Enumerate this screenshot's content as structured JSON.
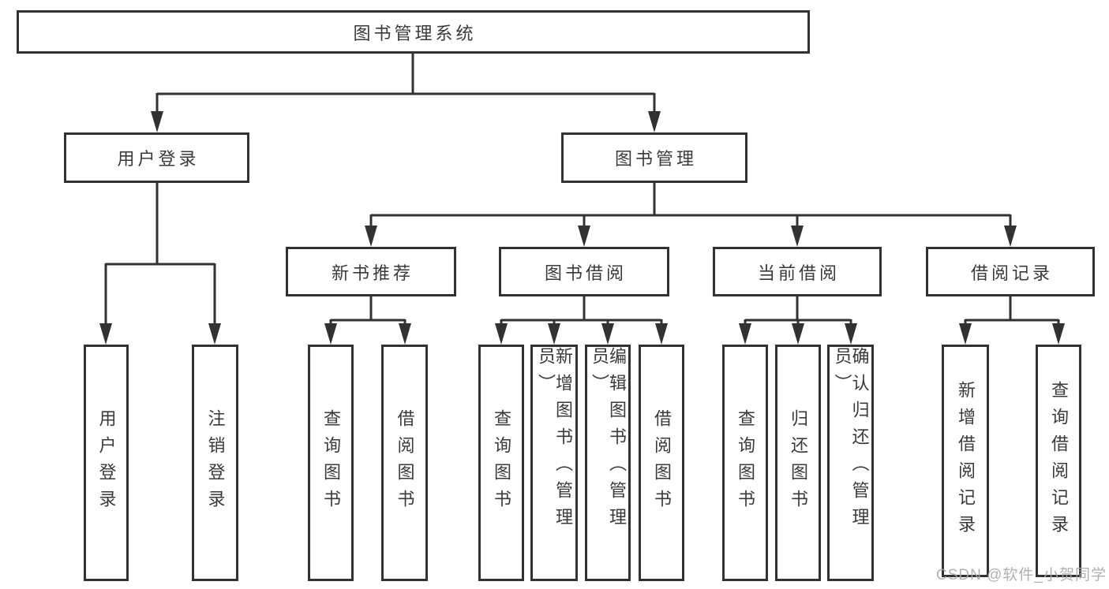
{
  "diagram": {
    "title": "图书管理系统",
    "line_color": "#323232",
    "nodes": {
      "root": {
        "label": "图书管理系统"
      },
      "user_login": {
        "label": "用户登录"
      },
      "book_management": {
        "label": "图书管理"
      },
      "new_book_recommendation": {
        "label": "新书推荐"
      },
      "book_borrowing": {
        "label": "图书借阅"
      },
      "current_borrowing": {
        "label": "当前借阅"
      },
      "borrowing_records": {
        "label": "借阅记录"
      },
      "leaf_user_login": {
        "label": "用户登录"
      },
      "leaf_logout": {
        "label": "注销登录"
      },
      "leaf_query_books_recommend": {
        "label": "查询图书"
      },
      "leaf_borrow_books_recommend": {
        "label": "借阅图书"
      },
      "leaf_query_books_borrowing": {
        "label": "查询图书"
      },
      "leaf_add_books_admin": {
        "label": "新增图书（管理员）"
      },
      "leaf_edit_books_admin": {
        "label": "编辑图书（管理员）"
      },
      "leaf_borrow_books_borrowing": {
        "label": "借阅图书"
      },
      "leaf_query_books_current": {
        "label": "查询图书"
      },
      "leaf_return_books": {
        "label": "归还图书"
      },
      "leaf_confirm_return_admin": {
        "label": "确认归还（管理员）"
      },
      "leaf_add_borrow_record": {
        "label": "新增借阅记录"
      },
      "leaf_query_borrow_record": {
        "label": "查询借阅记录"
      }
    },
    "edges": [
      {
        "from": "root",
        "to": "user_login"
      },
      {
        "from": "root",
        "to": "book_management"
      },
      {
        "from": "user_login",
        "to": "leaf_user_login"
      },
      {
        "from": "user_login",
        "to": "leaf_logout"
      },
      {
        "from": "book_management",
        "to": "new_book_recommendation"
      },
      {
        "from": "book_management",
        "to": "book_borrowing"
      },
      {
        "from": "book_management",
        "to": "current_borrowing"
      },
      {
        "from": "book_management",
        "to": "borrowing_records"
      },
      {
        "from": "new_book_recommendation",
        "to": "leaf_query_books_recommend"
      },
      {
        "from": "new_book_recommendation",
        "to": "leaf_borrow_books_recommend"
      },
      {
        "from": "book_borrowing",
        "to": "leaf_query_books_borrowing"
      },
      {
        "from": "book_borrowing",
        "to": "leaf_add_books_admin"
      },
      {
        "from": "book_borrowing",
        "to": "leaf_edit_books_admin"
      },
      {
        "from": "book_borrowing",
        "to": "leaf_borrow_books_borrowing"
      },
      {
        "from": "current_borrowing",
        "to": "leaf_query_books_current"
      },
      {
        "from": "current_borrowing",
        "to": "leaf_return_books"
      },
      {
        "from": "current_borrowing",
        "to": "leaf_confirm_return_admin"
      },
      {
        "from": "borrowing_records",
        "to": "leaf_add_borrow_record"
      },
      {
        "from": "borrowing_records",
        "to": "leaf_query_borrow_record"
      }
    ],
    "watermark": "CSDN @软件_小贺同学"
  }
}
